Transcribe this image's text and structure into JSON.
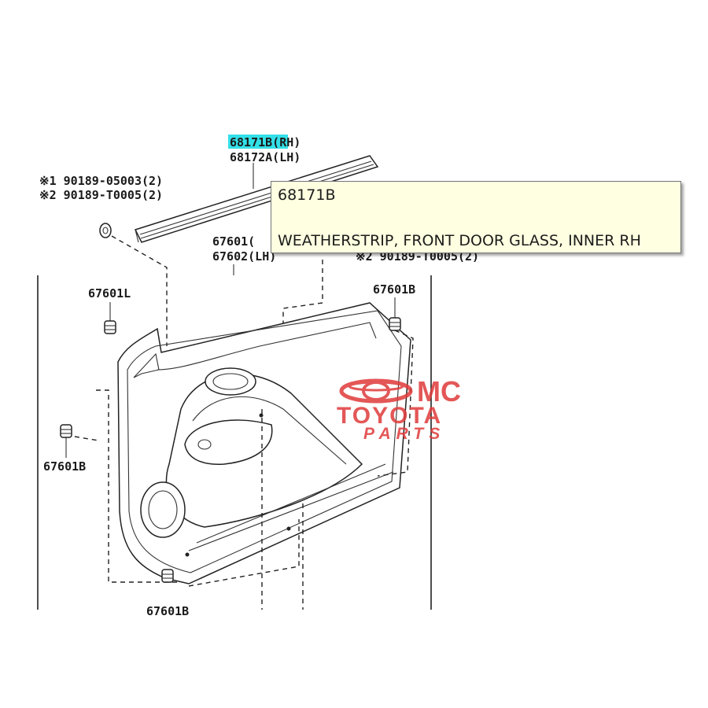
{
  "labels": {
    "weatherstrip_rh": "68171B(RH)",
    "weatherstrip_lh": "68172A(LH)",
    "clip_note_1": "※1 90189-05003(2)",
    "clip_note_2": "※2 90189-T0005(2)",
    "trim_rh": "67601(",
    "trim_lh": "67602(LH)",
    "clip_hidden": "※2 90189-T0005(2)",
    "clip_top_left": "67601L",
    "clip_top_right": "67601B",
    "clip_left": "67601B",
    "clip_bottom": "67601B"
  },
  "tooltip": {
    "part_code": "68171B",
    "description": "WEATHERSTRIP, FRONT DOOR GLASS, INNER RH"
  },
  "watermark": {
    "line1": "MC",
    "line2": "TOYOTA",
    "line3": "PARTS",
    "color": "#e03a3a"
  },
  "highlight_color": "#33e0e8"
}
